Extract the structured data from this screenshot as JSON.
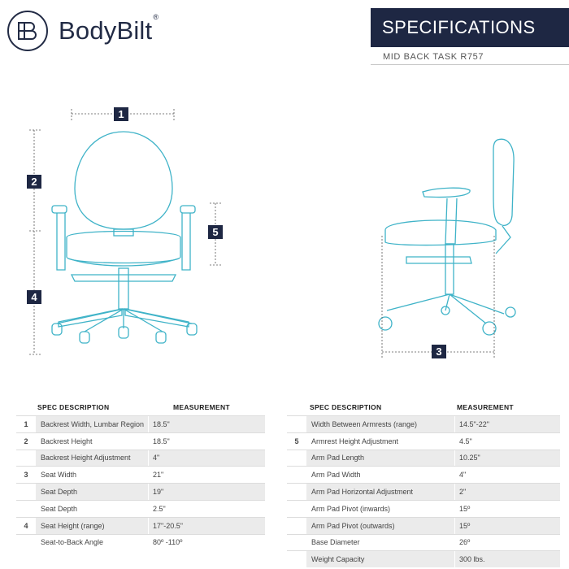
{
  "brand": {
    "name": "BodyBilt",
    "registered_mark": "®"
  },
  "header": {
    "title": "SPECIFICATIONS",
    "subtitle": "MID BACK TASK R757"
  },
  "diagram": {
    "front_labels": [
      "1",
      "2",
      "4",
      "5"
    ],
    "side_labels": [
      "3"
    ],
    "line_color": "#3fb3c8"
  },
  "tables": {
    "left": {
      "col_desc": "SPEC DESCRIPTION",
      "col_meas": "MEASUREMENT",
      "rows": [
        {
          "num": "1",
          "desc": "Backrest Width, Lumbar Region",
          "meas": "18.5\""
        },
        {
          "num": "2",
          "desc": "Backrest Height",
          "meas": "18.5\""
        },
        {
          "num": "",
          "desc": "Backrest Height Adjustment",
          "meas": "4\""
        },
        {
          "num": "3",
          "desc": "Seat Width",
          "meas": "21\""
        },
        {
          "num": "",
          "desc": "Seat Depth",
          "meas": "19\""
        },
        {
          "num": "",
          "desc": "Seat Depth",
          "meas": "2.5\""
        },
        {
          "num": "4",
          "desc": "Seat Height (range)",
          "meas": "17\"-20.5\""
        },
        {
          "num": "",
          "desc": "Seat-to-Back Angle",
          "meas": "80º -110º"
        }
      ]
    },
    "right": {
      "col_desc": "SPEC DESCRIPTION",
      "col_meas": "MEASUREMENT",
      "rows": [
        {
          "num": "",
          "desc": "Width Between Armrests (range)",
          "meas": "14.5\"-22\""
        },
        {
          "num": "5",
          "desc": "Armrest Height Adjustment",
          "meas": "4.5\""
        },
        {
          "num": "",
          "desc": "Arm Pad Length",
          "meas": "10.25\""
        },
        {
          "num": "",
          "desc": "Arm Pad Width",
          "meas": "4\""
        },
        {
          "num": "",
          "desc": "Arm Pad Horizontal Adjustment",
          "meas": "2\""
        },
        {
          "num": "",
          "desc": "Arm Pad Pivot (inwards)",
          "meas": "15º"
        },
        {
          "num": "",
          "desc": "Arm Pad Pivot (outwards)",
          "meas": "15º"
        },
        {
          "num": "",
          "desc": "Base Diameter",
          "meas": "26º"
        },
        {
          "num": "",
          "desc": "Weight Capacity",
          "meas": "300 lbs."
        }
      ]
    }
  },
  "colors": {
    "navy": "#1e2743",
    "shade": "#ebebeb",
    "line": "#3fb3c8"
  }
}
